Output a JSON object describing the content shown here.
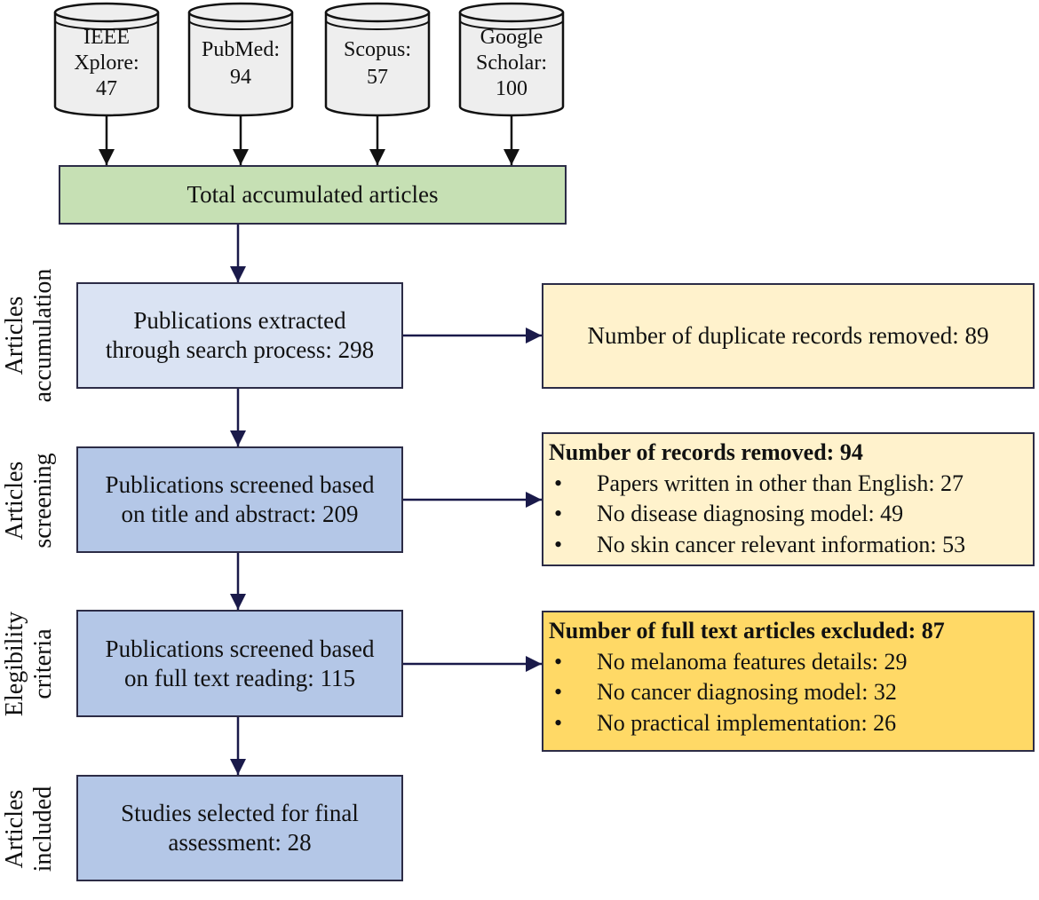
{
  "databases": [
    {
      "name_lines": [
        "IEEE",
        "Xplore:"
      ],
      "count": "47"
    },
    {
      "name_lines": [
        "PubMed:"
      ],
      "count": "94"
    },
    {
      "name_lines": [
        "Scopus:"
      ],
      "count": "57"
    },
    {
      "name_lines": [
        "Google",
        "Scholar:"
      ],
      "count": "100"
    }
  ],
  "total_box": {
    "label": "Total accumulated articles",
    "color": "#c6e0b4"
  },
  "stages": [
    {
      "lines": [
        "Articles",
        "accumulation"
      ]
    },
    {
      "lines": [
        "Articles",
        "screening"
      ]
    },
    {
      "lines": [
        "Elegibility",
        "criteria"
      ]
    },
    {
      "lines": [
        "Articles",
        "included"
      ]
    }
  ],
  "main_boxes": [
    {
      "lines": [
        "Publications extracted",
        "through search process: 298"
      ],
      "color": "#dae3f3"
    },
    {
      "lines": [
        "Publications screened based",
        "on title and abstract: 209"
      ],
      "color": "#b4c7e7"
    },
    {
      "lines": [
        "Publications screened based",
        "on full text reading: 115"
      ],
      "color": "#b4c7e7"
    },
    {
      "lines": [
        "Studies selected for final",
        "assessment: 28"
      ],
      "color": "#b4c7e7"
    }
  ],
  "side_boxes": {
    "duplicates": {
      "label": "Number of duplicate records removed: 89",
      "color": "#fff2cc"
    },
    "records_removed": {
      "heading": "Number of records removed: 94",
      "items": [
        "Papers written in other than English: 27",
        "No disease diagnosing model: 49",
        "No skin cancer relevant information: 53"
      ],
      "color": "#fff2cc"
    },
    "fulltext_excluded": {
      "heading": "Number of full text articles excluded: 87",
      "items": [
        "No melanoma features details: 29",
        "No cancer diagnosing model: 32",
        "No practical implementation: 26"
      ],
      "color": "#ffd966"
    }
  },
  "colors": {
    "arrow": "#1a1a4a",
    "cylinder_fill": "#eeeeee",
    "border": "#2c2c46"
  }
}
